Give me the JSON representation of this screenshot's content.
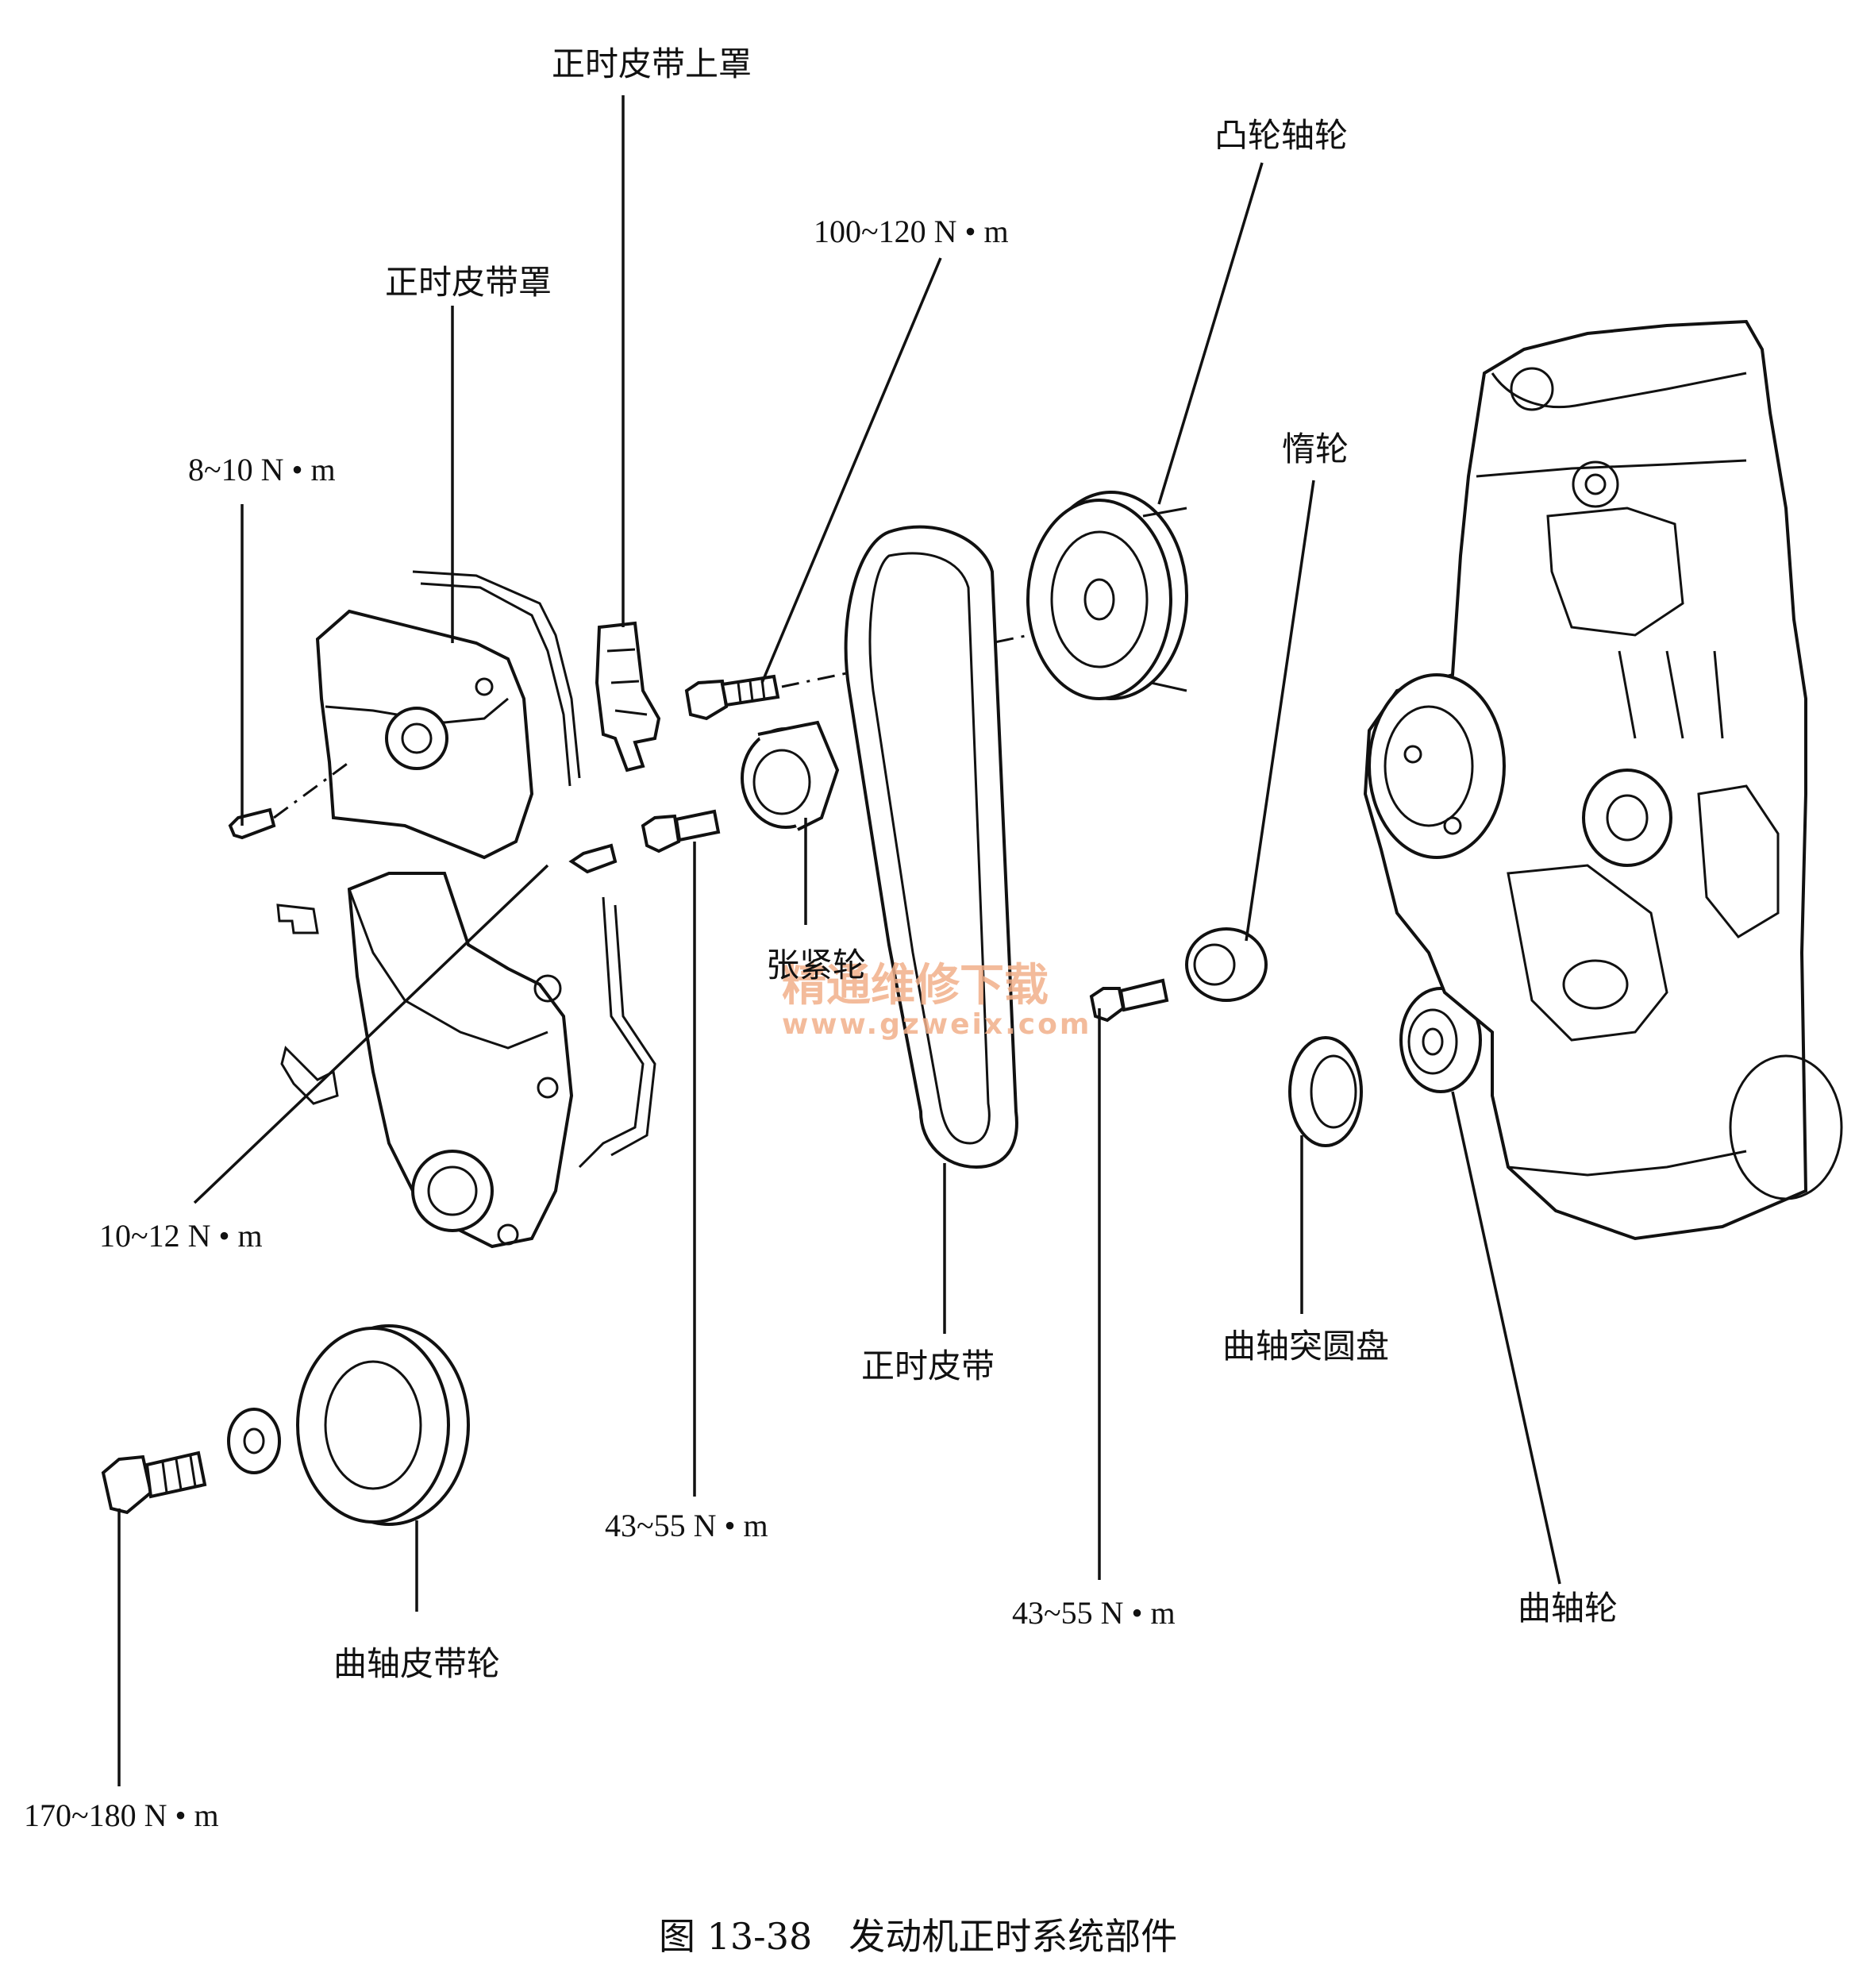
{
  "labels": {
    "upper_cover": "正时皮带上罩",
    "belt_cover": "正时皮带罩",
    "camshaft_pulley": "凸轮轴轮",
    "idler": "惰轮",
    "tensioner": "张紧轮",
    "timing_belt": "正时皮带",
    "crank_disc": "曲轴突圆盘",
    "crank_gear": "曲轴轮",
    "crank_pulley": "曲轴皮带轮"
  },
  "torques": {
    "cover_bolt": "8~10 N • m",
    "cam_bolt": "100~120 N • m",
    "lower_cover_bolt": "10~12 N • m",
    "tensioner_bolt": "43~55 N • m",
    "idler_bolt": "43~55 N • m",
    "crank_bolt": "170~180 N • m"
  },
  "watermark": {
    "text": "精通维修下载",
    "url": "www.gzweix.com"
  },
  "caption": "图 13-38　发动机正时系统部件"
}
